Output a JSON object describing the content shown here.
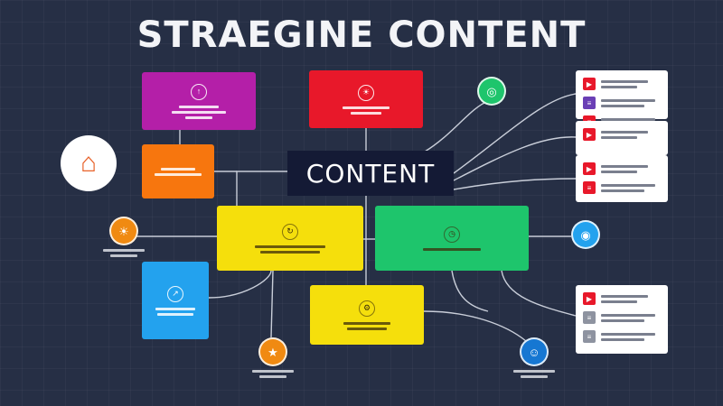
{
  "title": "STRAEGINE CONTENT",
  "center_label": "CONTENT",
  "colors": {
    "background": "#262f45",
    "center_box": "#141a35",
    "connector": "#c9ced9",
    "magenta": "#b41fa8",
    "red": "#e8182a",
    "orange": "#f7760e",
    "yellow": "#f5df0c",
    "green": "#1ec56c",
    "blue": "#23a2ee"
  },
  "nodes": [
    {
      "id": "magenta",
      "color": "magenta",
      "icon": "thumbs-up-icon",
      "text_color": "light"
    },
    {
      "id": "red",
      "color": "red",
      "icon": "lightbulb-icon",
      "text_color": "light"
    },
    {
      "id": "orange",
      "color": "orange",
      "icon": "none",
      "text_color": "light"
    },
    {
      "id": "yellow",
      "color": "yellow",
      "icon": "refresh-icon",
      "text_color": "dark"
    },
    {
      "id": "green",
      "color": "green",
      "icon": "clock-icon",
      "text_color": "dark"
    },
    {
      "id": "blue",
      "color": "blue",
      "icon": "share-icon",
      "text_color": "light"
    },
    {
      "id": "yellow2",
      "color": "yellow",
      "icon": "gear-icon",
      "text_color": "dark"
    }
  ],
  "badges": [
    {
      "id": "badge-top",
      "icon": "globe-icon",
      "fill": "#1ec56c",
      "caption": false
    },
    {
      "id": "badge-left",
      "icon": "sun-icon",
      "fill": "#f08a12",
      "caption": true
    },
    {
      "id": "badge-right",
      "icon": "chat-icon",
      "fill": "#23a2ee",
      "caption": false
    },
    {
      "id": "badge-bottom",
      "icon": "star-icon",
      "fill": "#f08a12",
      "caption": true
    },
    {
      "id": "badge-bottom-right",
      "icon": "user-icon",
      "fill": "#1677d2",
      "caption": true
    }
  ],
  "cards": [
    {
      "id": "card-1",
      "rows": [
        {
          "icon_color": "#e8182a",
          "icon": "play-icon"
        },
        {
          "icon_color": "#6a3fb5",
          "icon": "list-icon"
        },
        {
          "icon_color": "#e8182a",
          "icon": "list-icon"
        }
      ]
    },
    {
      "id": "card-2",
      "rows": [
        {
          "icon_color": "#e8182a",
          "icon": "play-icon"
        }
      ]
    },
    {
      "id": "card-3",
      "rows": [
        {
          "icon_color": "#e8182a",
          "icon": "play-icon"
        },
        {
          "icon_color": "#e8182a",
          "icon": "list-icon"
        }
      ]
    },
    {
      "id": "card-4",
      "rows": [
        {
          "icon_color": "#e8182a",
          "icon": "play-icon"
        },
        {
          "icon_color": "#8e93a0",
          "icon": "list-icon"
        },
        {
          "icon_color": "#8e93a0",
          "icon": "list-icon"
        }
      ]
    }
  ],
  "stool_icon": "stool-icon"
}
